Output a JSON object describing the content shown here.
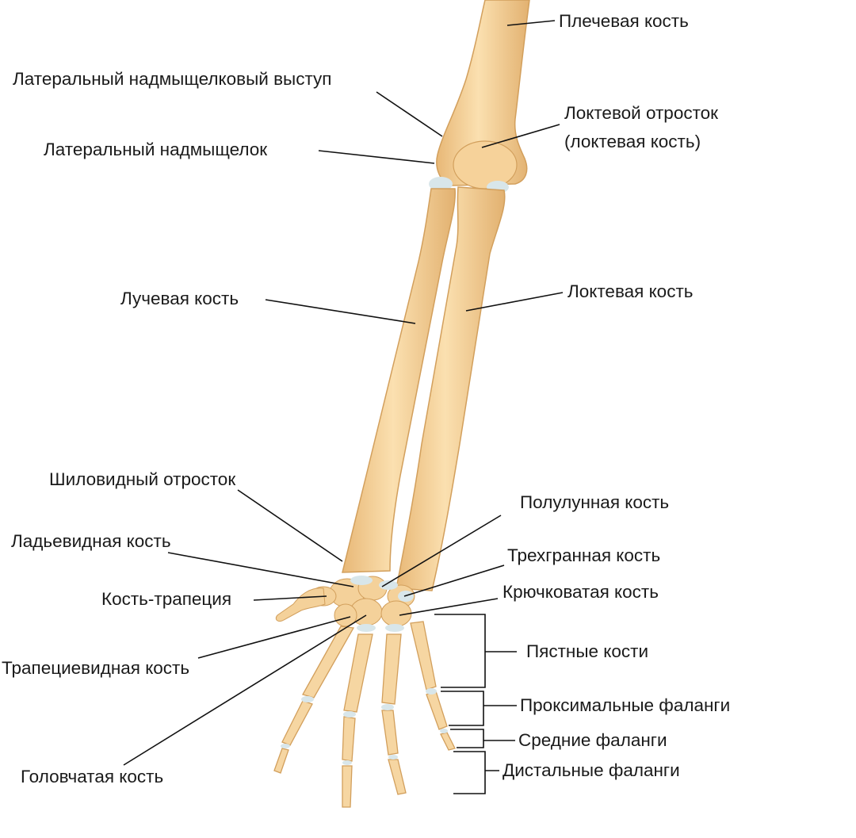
{
  "colors": {
    "bone": "#f2cc8f",
    "bone_light": "#fbe3b6",
    "bone_shadow": "#d9a865",
    "cartilage": "#d8e6ea",
    "leader": "#111111"
  },
  "labels": {
    "humerus": "Плечевая кость",
    "lateral_supracondylar_ridge": "Латеральный надмыщелковый выступ",
    "olecranon_line1": "Локтевой отросток",
    "olecranon_line2": "(локтевая кость)",
    "lateral_epicondyle": "Латеральный надмыщелок",
    "radius": "Лучевая кость",
    "ulna": "Локтевая кость",
    "styloid_process": "Шиловидный отросток",
    "lunate": "Полулунная кость",
    "scaphoid": "Ладьевидная кость",
    "triquetrum": "Трехгранная кость",
    "trapezium": "Кость-трапеция",
    "hamate": "Крючковатая кость",
    "metacarpals": "Пястные кости",
    "trapezoid": "Трапециевидная кость",
    "proximal_phalanges": "Проксимальные фаланги",
    "middle_phalanges": "Средние фаланги",
    "capitate": "Головчатая кость",
    "distal_phalanges": "Дистальные фаланги"
  }
}
